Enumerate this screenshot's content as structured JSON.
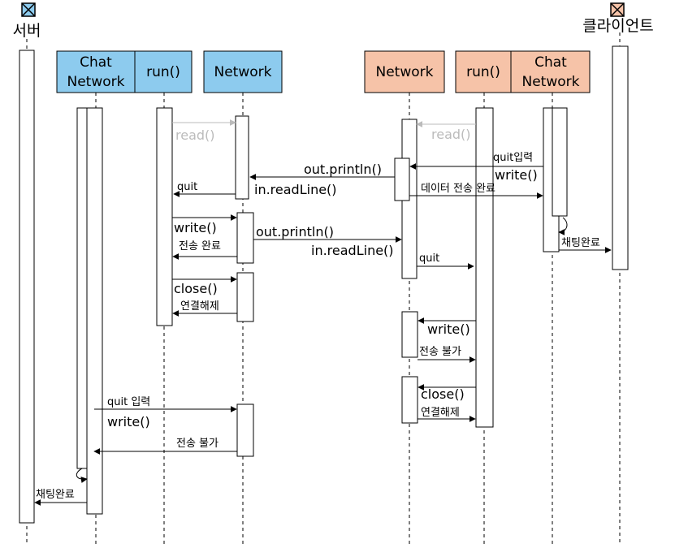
{
  "colors": {
    "server_box": "#8dcbee",
    "client_box": "#f6c3a8",
    "grey_message": "#bbbbbb",
    "line": "#000000"
  },
  "actors": {
    "server": {
      "label": "서버",
      "icon": "actor-x-box-icon"
    },
    "client": {
      "label": "클라이언트",
      "icon": "actor-x-box-icon"
    }
  },
  "lifelines": {
    "server_chat": "Chat\nNetwork",
    "server_run": "run()",
    "server_network": "Network",
    "client_network": "Network",
    "client_run": "run()",
    "client_chat": "Chat\nNetwork"
  },
  "messages": {
    "read_left": "read()",
    "read_right": "read()",
    "quit_input_client": "quit입력",
    "write_client": "write()",
    "out_println_1": "out.println()",
    "readline_1": "in.readLine()",
    "quit_1": "quit",
    "data_done": "데이터 전송 완료",
    "write_server": "write()",
    "out_println_2": "out.println()",
    "send_done": "전송 완료",
    "readline_2": "in.readLine()",
    "quit_2": "quit",
    "chat_done_client": "채팅완료",
    "close_server": "close()",
    "disconnect_server": "연결해제",
    "write_client_2": "write()",
    "send_fail_client": "전송 불가",
    "close_client": "close()",
    "disconnect_client": "연결해제",
    "quit_input_server": "quit 입력",
    "write_server_2": "write()",
    "send_fail_server": "전송 불가",
    "chat_done_server": "채팅완료"
  }
}
